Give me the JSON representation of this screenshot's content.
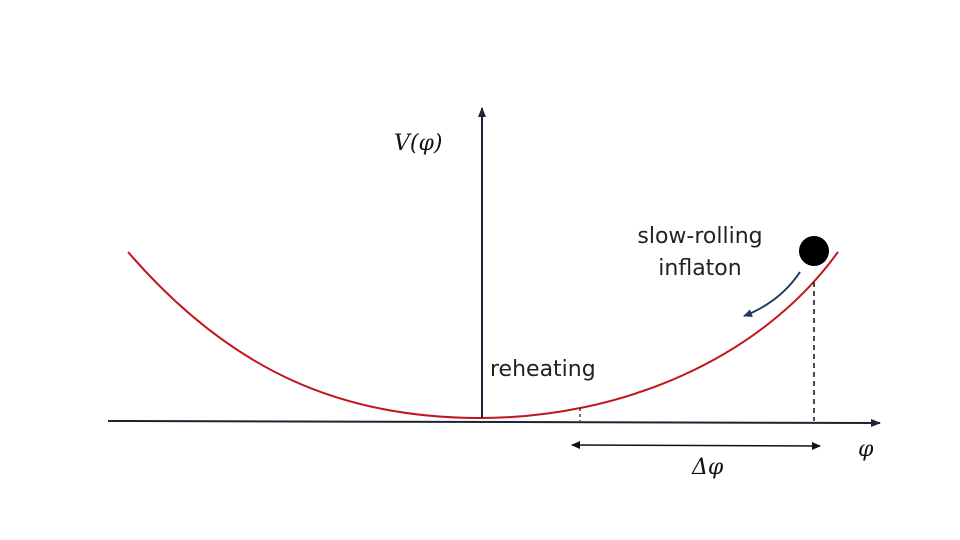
{
  "diagram": {
    "y_axis_label": "V(φ)",
    "x_axis_label": "φ",
    "inflaton_label_line1": "slow-rolling",
    "inflaton_label_line2": "inflaton",
    "reheating_label": "reheating",
    "delta_label": "Δφ"
  },
  "colors": {
    "potential_curve": "#c0161c",
    "axes": "#1c2436",
    "roll_arrow": "#1f3a5f",
    "inflaton_ball": "#000000"
  }
}
